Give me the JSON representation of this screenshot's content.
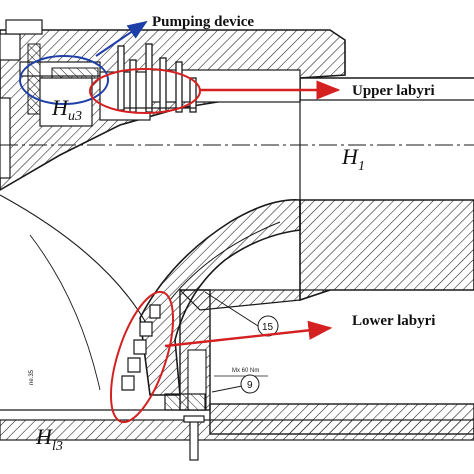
{
  "labels": {
    "pumping_device": "Pumping device",
    "upper_labyrinth": "Upper labyri",
    "lower_labyrinth": "Lower labyri",
    "h_u3_main": "H",
    "h_u3_sub": "u3",
    "h_1_main": "H",
    "h_1_sub": "1",
    "h_l3_main": "H",
    "h_l3_sub": "l3",
    "callout_15": "15",
    "callout_9": "9",
    "small_note": "Mx 60 Nm",
    "side_note": "ne.35"
  },
  "colors": {
    "blue": "#1f3fa8",
    "red": "#d42020",
    "line": "#1a1a1a"
  }
}
